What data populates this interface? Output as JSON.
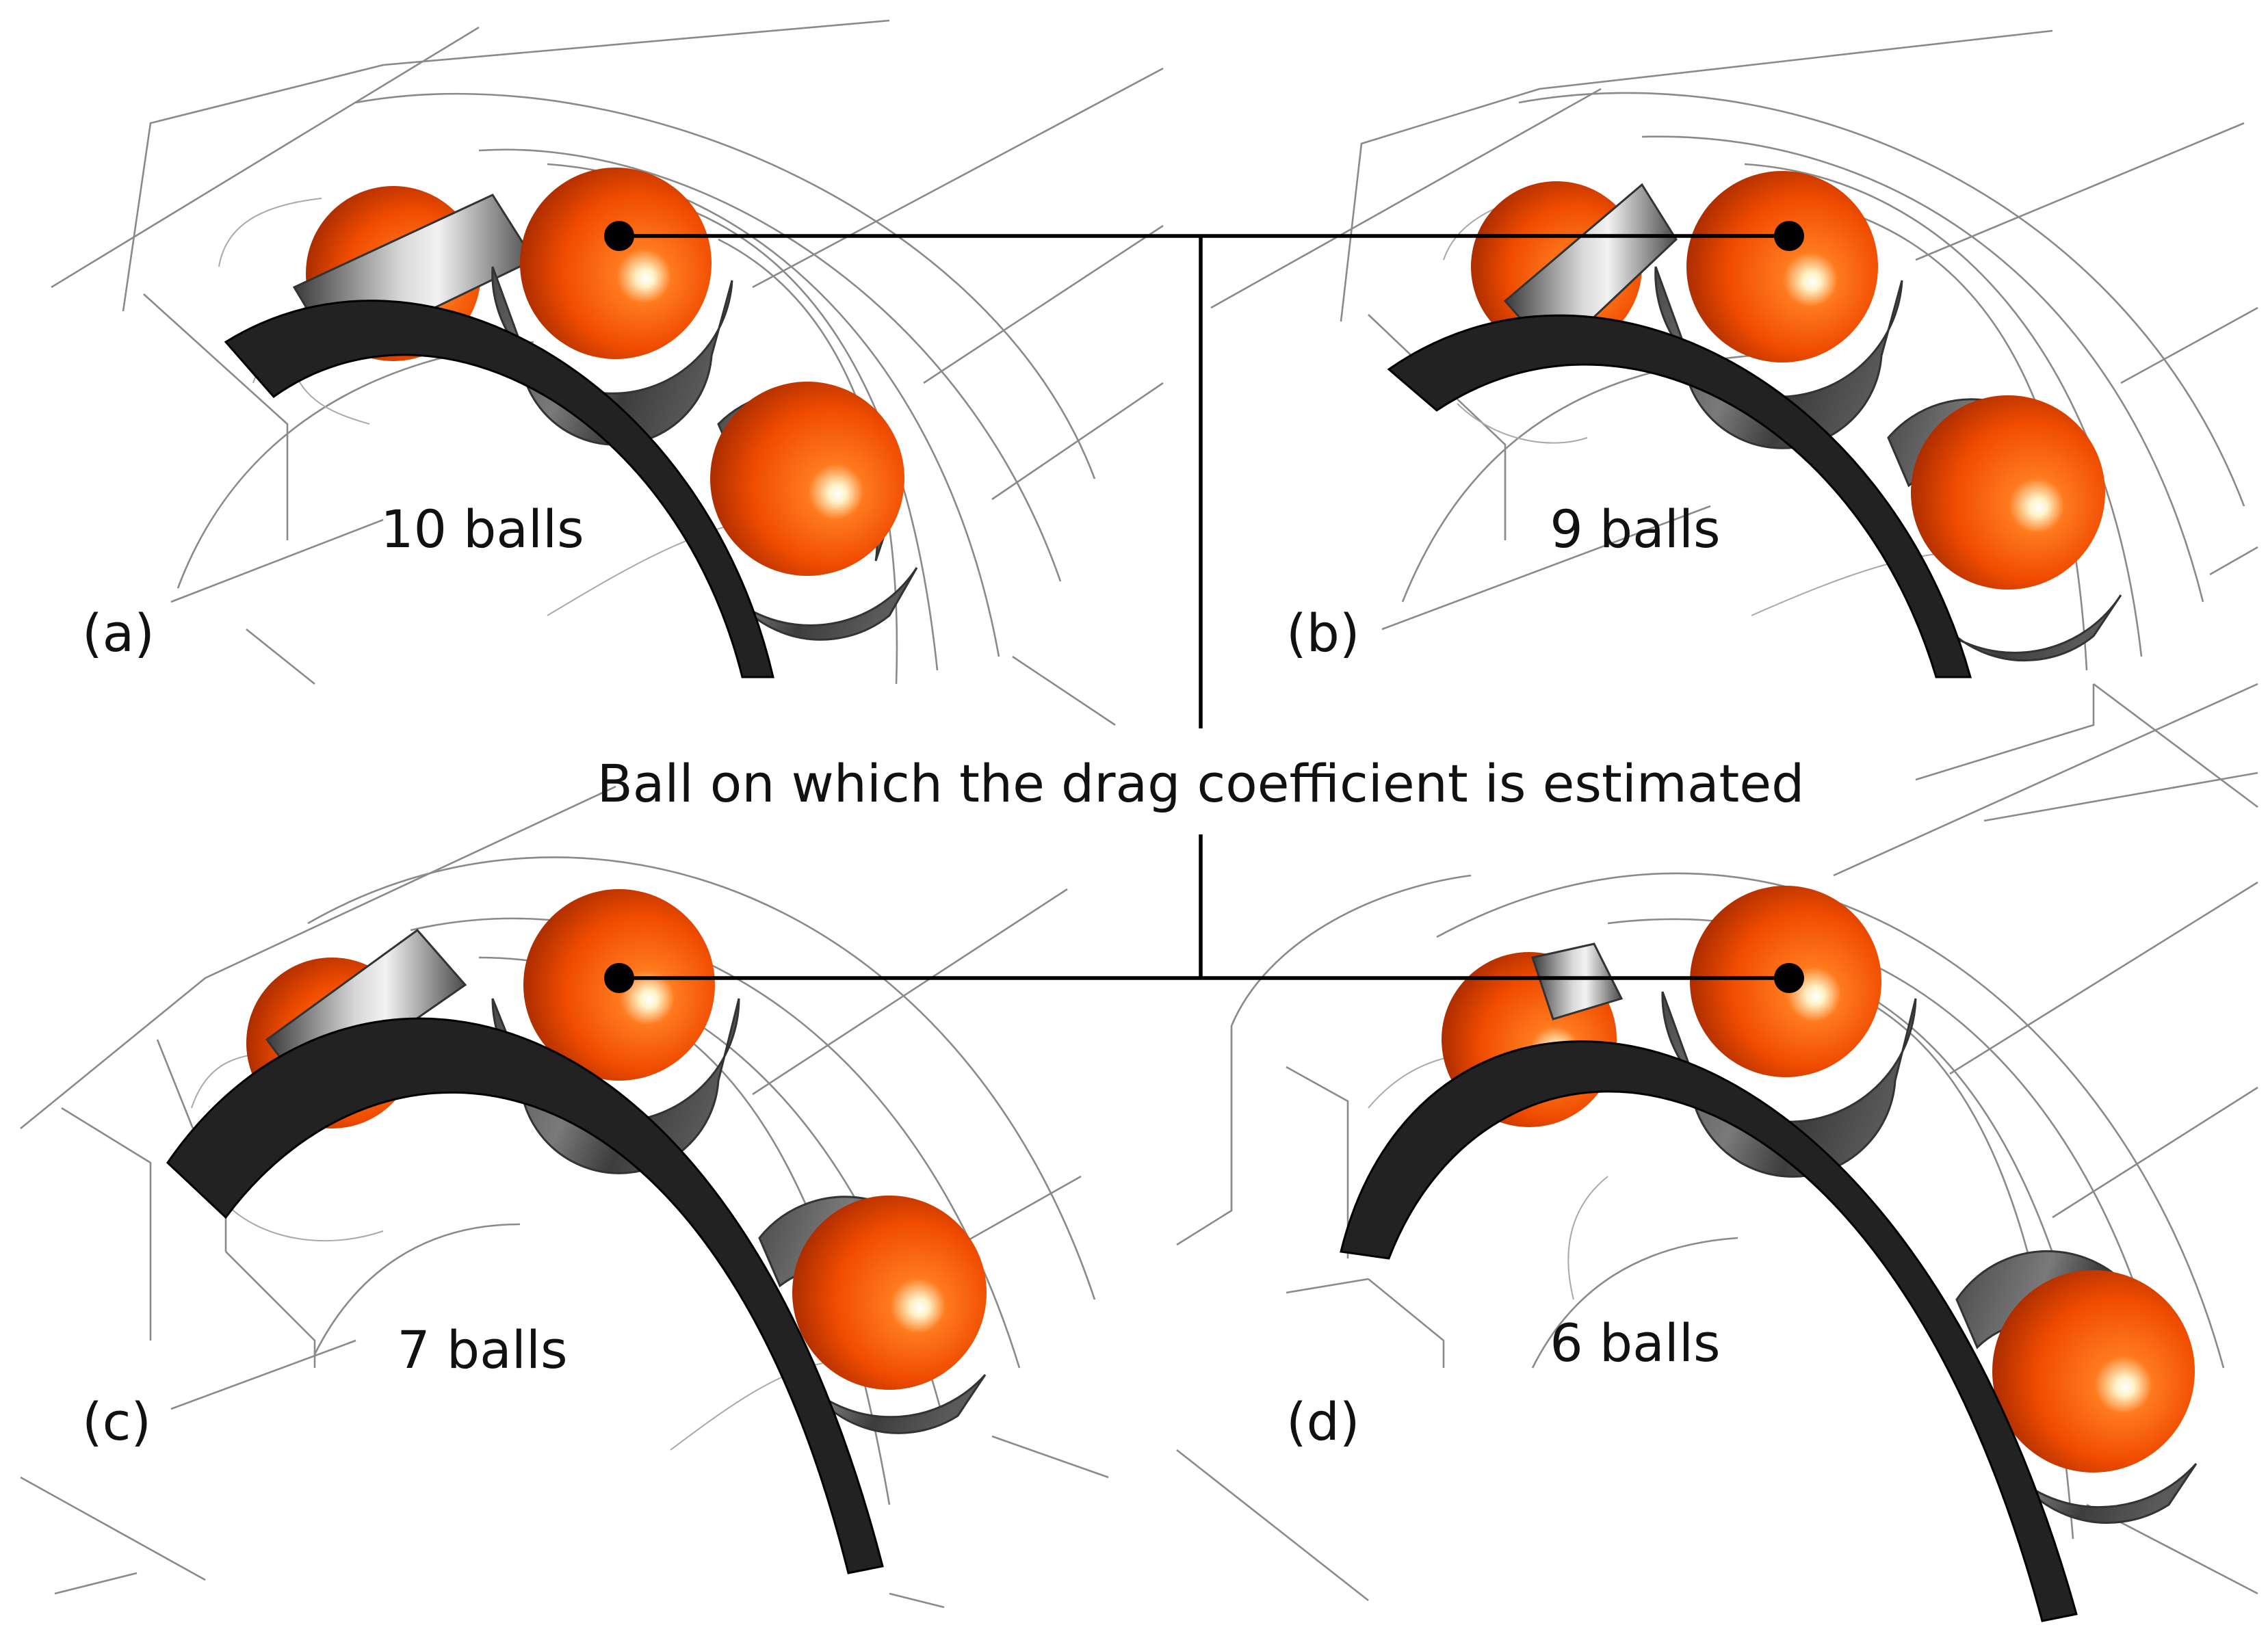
{
  "caption": "Ball on which the drag coefficient is estimated",
  "colors": {
    "ball": "#ff5a00",
    "ball_shadow": "#9e2600",
    "ball_highlight": "#ffffff",
    "outer_ring": "#222222",
    "cage": "#575757",
    "cage_light": "#bdbdbd",
    "wireframe": "#8a8a8a",
    "callout": "#000000",
    "background": "#ffffff"
  },
  "panels": [
    {
      "id": "a",
      "label": "(a)",
      "balls_label": "10 balls"
    },
    {
      "id": "b",
      "label": "(b)",
      "balls_label": "9 balls"
    },
    {
      "id": "c",
      "label": "(c)",
      "balls_label": "7 balls"
    },
    {
      "id": "d",
      "label": "(d)",
      "balls_label": "6 balls"
    }
  ]
}
